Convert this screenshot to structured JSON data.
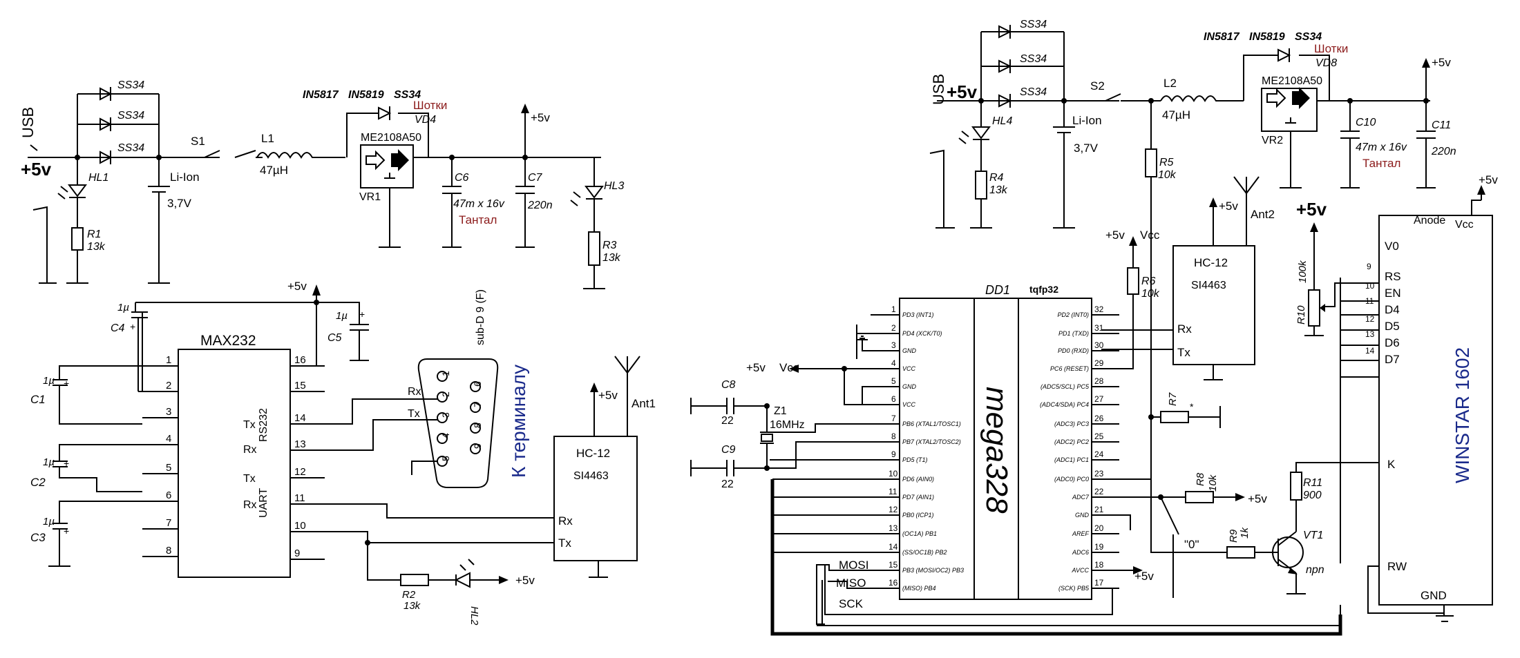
{
  "left": {
    "usb": "USB",
    "usb_vin": "+5v",
    "diodes": [
      "SS34",
      "SS34",
      "SS34"
    ],
    "hl1": "HL1",
    "r1": "R1",
    "r1_val": "13k",
    "s1": "S1",
    "battery": "Li-Ion",
    "battery_v": "3,7V",
    "l1": "L1",
    "l1_val": "47µH",
    "shottky_types": [
      "IN5817",
      "IN5819",
      "SS34"
    ],
    "shottky_word": "Шотки",
    "vd4": "VD4",
    "reg": "ME2108A50",
    "vr1": "VR1",
    "c6": "C6",
    "c6_val": "47m x 16v",
    "tantal": "Тантал",
    "c7": "C7",
    "c7_val": "220n",
    "v5": "+5v",
    "hl3": "HL3",
    "r3": "R3",
    "r3_val": "13k",
    "max232": {
      "name": "MAX232",
      "left_pins": [
        "1",
        "2",
        "3",
        "4",
        "5",
        "6",
        "7",
        "8"
      ],
      "right_pins": [
        "16",
        "15",
        "14",
        "13",
        "12",
        "11",
        "10",
        "9"
      ],
      "rs232": "RS232",
      "uart": "UART",
      "tx1": "Tx",
      "rx1": "Rx",
      "tx2": "Tx",
      "rx2": "Rx"
    },
    "caps": {
      "c1": "C1",
      "c2": "C2",
      "c3": "C3",
      "c4": "C4",
      "c5": "C5",
      "val": "1µ",
      "plus": "+"
    },
    "v5_top": "+5v",
    "dsub": "sub-D 9 (F)",
    "dsub_pins": [
      "1",
      "2",
      "3",
      "4",
      "5",
      "6",
      "7",
      "8",
      "9"
    ],
    "dsub_rx": "Rx",
    "dsub_tx": "Tx",
    "to_terminal": "К терминалу",
    "hc12_name": "HC-12",
    "hc12_chip": "SI4463",
    "hc12_rx": "Rx",
    "hc12_tx": "Tx",
    "ant1": "Ant1",
    "ant_v5": "+5v",
    "r2": "R2",
    "r2_val": "13k",
    "hl2": "HL2",
    "hl2_v5": "+5v"
  },
  "right": {
    "usb": "USB",
    "usb_vin": "+5v",
    "diodes": [
      "SS34",
      "SS34",
      "SS34"
    ],
    "hl4": "HL4",
    "r4": "R4",
    "r4_val": "13k",
    "s2": "S2",
    "battery": "Li-Ion",
    "battery_v": "3,7V",
    "l2": "L2",
    "l2_val": "47µH",
    "shottky_types": [
      "IN5817",
      "IN5819",
      "SS34"
    ],
    "shottky_word": "Шотки",
    "vd8": "VD8",
    "reg": "ME2108A50",
    "vr2": "VR2",
    "c10": "C10",
    "c10_val": "47m x 16v",
    "tantal": "Тантал",
    "c11": "C11",
    "c11_val": "220n",
    "v5": "+5v",
    "r5": "R5",
    "r5_val": "10k",
    "hc12_name": "HC-12",
    "hc12_chip": "SI4463",
    "hc12_rx": "Rx",
    "hc12_tx": "Tx",
    "ant2": "Ant2",
    "hc12_v5": "+5v",
    "vcc_v5": "+5v",
    "vcc": "Vcc",
    "r6": "R6",
    "r6_val": "10k",
    "mcu": {
      "ref": "DD1",
      "pkg": "tqfp32",
      "name": "mega328",
      "left_nums": [
        "1",
        "2",
        "3",
        "4",
        "5",
        "6",
        "7",
        "8",
        "9",
        "10",
        "11",
        "12",
        "13",
        "14",
        "15",
        "16"
      ],
      "left_names": [
        "PD3 (INT1)",
        "PD4 (XCK/T0)",
        "GND",
        "VCC",
        "GND",
        "VCC",
        "PB6 (XTAL1/TOSC1)",
        "PB7 (XTAL2/TOSC2)",
        "PD5 (T1)",
        "PD6 (AIN0)",
        "PD7 (AIN1)",
        "PB0 (ICP1)",
        "(OC1A) PB1",
        "(SS/OC1B) PB2",
        "PB3 (MOSI/OC2) PB3",
        "(MISO) PB4"
      ],
      "right_nums": [
        "32",
        "31",
        "30",
        "29",
        "28",
        "27",
        "26",
        "25",
        "24",
        "23",
        "22",
        "21",
        "20",
        "19",
        "18",
        "17"
      ],
      "right_names": [
        "PD2 (INT0)",
        "PD1 (TXD)",
        "PD0 (RXD)",
        "PC6 (RESET)",
        "(ADC5/SCL) PC5",
        "(ADC4/SDA) PC4",
        "(ADC3) PC3",
        "(ADC2) PC2",
        "(ADC1) PC1",
        "(ADC0) PC0",
        "ADC7",
        "GND",
        "AREF",
        "ADC6",
        "AVCC",
        "(SCK) PB5"
      ]
    },
    "mosi": "MOSI",
    "miso": "MISO",
    "sck": "SCK",
    "vcc_out_v5": "+5v",
    "vcc_out": "Vcc",
    "c8": "C8",
    "c8_val": "22",
    "c9": "C9",
    "c9_val": "22",
    "z1": "Z1",
    "z1_val": "16MHz",
    "r7": "R7",
    "r7_star": "*",
    "r8": "R8",
    "r8_val": "10k",
    "r8_v5": "+5v",
    "zero": "\"0\"",
    "r9": "R9",
    "r9_val": "1k",
    "vt1": "VT1",
    "vt1_type": "npn",
    "r11": "R11",
    "r11_val": "900",
    "avcc_v5": "+5v",
    "r10": "R10",
    "r10_val": "100k",
    "pot_v5": "+5v",
    "lcd": {
      "name": "WINSTAR 1602",
      "anode": "Anode",
      "vcc": "Vcc",
      "anode_v5": "+5v",
      "pins_left": [
        "V0",
        "RS",
        "EN",
        "D4",
        "D5",
        "D6",
        "D7"
      ],
      "pin_nums": [
        "9",
        "10",
        "11",
        "12",
        "13",
        "14"
      ],
      "k": "K",
      "rw": "RW",
      "gnd": "GND"
    }
  }
}
